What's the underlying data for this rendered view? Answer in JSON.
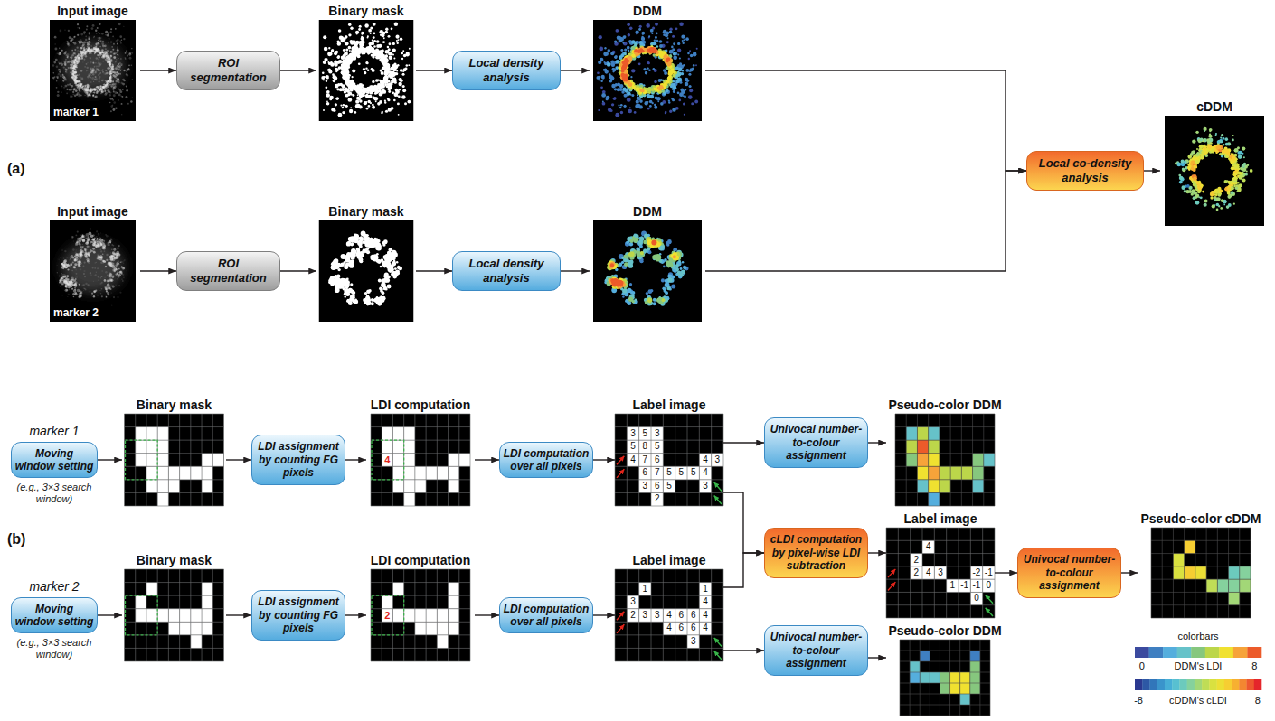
{
  "diagram": {
    "nodes": [
      {
        "text": [
          "Input image",
          "marker 1"
        ]
      },
      {
        "text": [
          "ROI segmentation"
        ]
      },
      {
        "text": [
          "Binary mask"
        ]
      },
      {
        "text": [
          "Local density analysis"
        ]
      },
      {
        "text": [
          "DDM"
        ]
      },
      {
        "text": [
          "Input image",
          "marker 2"
        ]
      },
      {
        "text": [
          "ROI segmentation"
        ]
      },
      {
        "text": [
          "Binary mask"
        ]
      },
      {
        "text": [
          "Local density analysis"
        ]
      },
      {
        "text": [
          "DDM"
        ]
      },
      {
        "text": [
          "Local co-density analysis"
        ]
      },
      {
        "text": [
          "cDDM"
        ]
      },
      {
        "text": [
          "marker 1",
          "Moving window setting",
          "(e.g., 3×3 search window)"
        ]
      },
      {
        "text": [
          "Binary mask"
        ]
      },
      {
        "text": [
          "LDI assignment by counting FG pixels"
        ]
      },
      {
        "text": [
          "LDI computation",
          "4"
        ]
      },
      {
        "text": [
          "LDI computation over all pixels"
        ]
      },
      {
        "text": [
          "Label image"
        ]
      },
      {
        "text": [
          "Univocal number-to-colour assignment"
        ]
      },
      {
        "text": [
          "Pseudo-color DDM"
        ]
      },
      {
        "text": [
          "cLDI computation by pixel-wise LDI subtraction"
        ]
      },
      {
        "text": [
          "Label image"
        ]
      },
      {
        "text": [
          "Univocal number-to-colour assignment"
        ]
      },
      {
        "text": [
          "Pseudo-color cDDM"
        ]
      },
      {
        "text": [
          "marker 2",
          "Moving window setting",
          "(e.g., 3×3 search window)"
        ]
      },
      {
        "text": [
          "Binary mask"
        ]
      },
      {
        "text": [
          "LDI assignment by counting FG pixels"
        ]
      },
      {
        "text": [
          "LDI computation",
          "2"
        ]
      },
      {
        "text": [
          "LDI computation over all pixels"
        ]
      },
      {
        "text": [
          "Label image"
        ]
      },
      {
        "text": [
          "Univocal number-to-colour assignment"
        ]
      },
      {
        "text": [
          "Pseudo-color DDM"
        ]
      }
    ],
    "edges": [
      {
        "from": 0,
        "to": 1,
        "arrow": "to"
      },
      {
        "from": 1,
        "to": 2,
        "arrow": "to"
      },
      {
        "from": 2,
        "to": 3,
        "arrow": "to"
      },
      {
        "from": 3,
        "to": 4,
        "arrow": "to"
      },
      {
        "from": 5,
        "to": 6,
        "arrow": "to"
      },
      {
        "from": 6,
        "to": 7,
        "arrow": "to"
      },
      {
        "from": 7,
        "to": 8,
        "arrow": "to"
      },
      {
        "from": 8,
        "to": 9,
        "arrow": "to"
      },
      {
        "from": 4,
        "to": 10,
        "arrow": "to"
      },
      {
        "from": 9,
        "to": 10,
        "arrow": "to"
      },
      {
        "from": 10,
        "to": 11,
        "arrow": "to"
      },
      {
        "from": 12,
        "to": 13,
        "arrow": "to"
      },
      {
        "from": 13,
        "to": 14,
        "arrow": "to"
      },
      {
        "from": 14,
        "to": 15,
        "arrow": "to"
      },
      {
        "from": 15,
        "to": 16,
        "arrow": "to"
      },
      {
        "from": 16,
        "to": 17,
        "arrow": "to"
      },
      {
        "from": 17,
        "to": 18,
        "arrow": "to"
      },
      {
        "from": 18,
        "to": 19,
        "arrow": "to"
      },
      {
        "from": 17,
        "to": 20,
        "arrow": "to"
      },
      {
        "from": 29,
        "to": 20,
        "arrow": "to"
      },
      {
        "from": 20,
        "to": 21,
        "arrow": "to"
      },
      {
        "from": 21,
        "to": 22,
        "arrow": "to"
      },
      {
        "from": 22,
        "to": 23,
        "arrow": "to"
      },
      {
        "from": 24,
        "to": 25,
        "arrow": "to"
      },
      {
        "from": 25,
        "to": 26,
        "arrow": "to"
      },
      {
        "from": 26,
        "to": 27,
        "arrow": "to"
      },
      {
        "from": 27,
        "to": 28,
        "arrow": "to"
      },
      {
        "from": 28,
        "to": 29,
        "arrow": "to"
      },
      {
        "from": 29,
        "to": 30,
        "arrow": "to"
      },
      {
        "from": 30,
        "to": 31,
        "arrow": "to"
      }
    ],
    "labels": [
      "(a)",
      "(b)",
      "3",
      "5",
      "3",
      "5",
      "8",
      "5",
      "4",
      "7",
      "6",
      "4",
      "3",
      "6",
      "7",
      "5",
      "5",
      "5",
      "4",
      "3",
      "6",
      "5",
      "3",
      "2",
      "4",
      "2",
      "2",
      "4",
      "3",
      "-2",
      "-1",
      "1",
      "-1",
      "-1",
      "0",
      "0",
      "1",
      "1",
      "3",
      "4",
      "2",
      "3",
      "3",
      "4",
      "6",
      "6",
      "4",
      "4",
      "6",
      "6",
      "4",
      "3",
      "colorbars",
      "0",
      "DDM's LDI",
      "8",
      "-8",
      "cDDM's cLDI",
      "8"
    ]
  }
}
